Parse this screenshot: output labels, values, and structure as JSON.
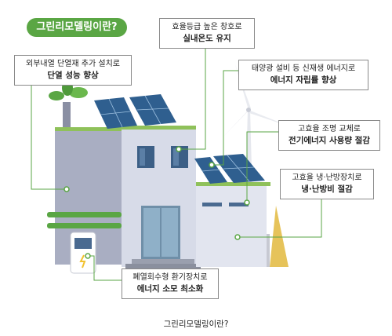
{
  "title": "그린리모델링이란?",
  "caption": "그린리모델링이란?",
  "callouts": {
    "insulation": {
      "line1": "외부내열 단열재 추가 설치로",
      "line2": "단열 성능 향상"
    },
    "windows": {
      "line1": "효율등급 높은 창호로",
      "line2": "실내온도 유지"
    },
    "solar": {
      "line1": "태양광 설비 등 신재생 에너지로",
      "line2": "에너지 자립률 향상"
    },
    "lighting": {
      "line1": "고효율 조명 교체로",
      "line2": "전기에너지 사용량 절감"
    },
    "hvac": {
      "line1": "고효율 냉·난방장치로",
      "line2": "냉·난방비 절감"
    },
    "ventilation": {
      "line1": "폐열회수형 환기장치로",
      "line2": "에너지 소모 최소화"
    }
  },
  "colors": {
    "accent_green": "#5aa644",
    "solar_blue": "#2f5f8f",
    "wall_gray": "#a9aec2",
    "wall_light": "#d7dbe8"
  }
}
